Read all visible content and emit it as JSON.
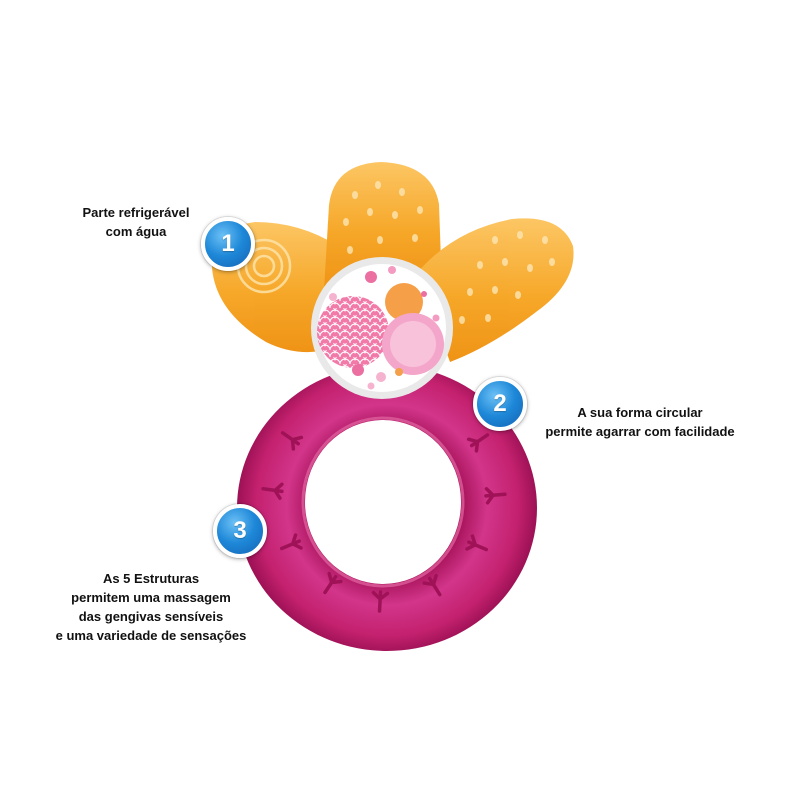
{
  "callouts": [
    {
      "number": "1",
      "lines": [
        "Parte refrigerável",
        "com água"
      ]
    },
    {
      "number": "2",
      "lines": [
        "A sua forma circular",
        "permite agarrar com facilidade"
      ]
    },
    {
      "number": "3",
      "lines": [
        "As 5 Estruturas",
        "permitem uma massagem",
        "das gengivas sensíveis",
        "e uma variedade de sensações"
      ]
    }
  ],
  "colors": {
    "badge": "#1e88d8",
    "text": "#111111",
    "ring": "#c41f6e",
    "top": "#f6a623"
  }
}
